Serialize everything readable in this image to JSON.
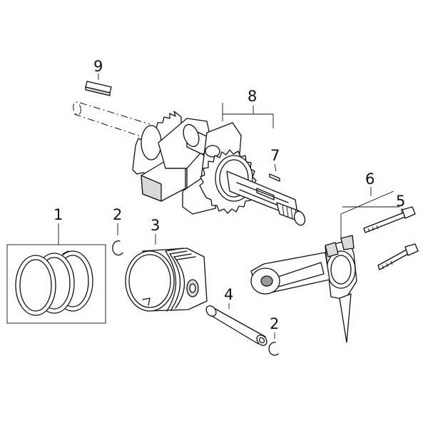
{
  "callouts": {
    "piston_ring_set": "1",
    "circlip_left": "2",
    "piston": "3",
    "piston_pin": "4",
    "circlip_right": "2",
    "conrod_bolt": "5",
    "connecting_rod_assy": "6",
    "crank_key": "7",
    "crankshaft_assy": "8",
    "pto_key": "9"
  }
}
